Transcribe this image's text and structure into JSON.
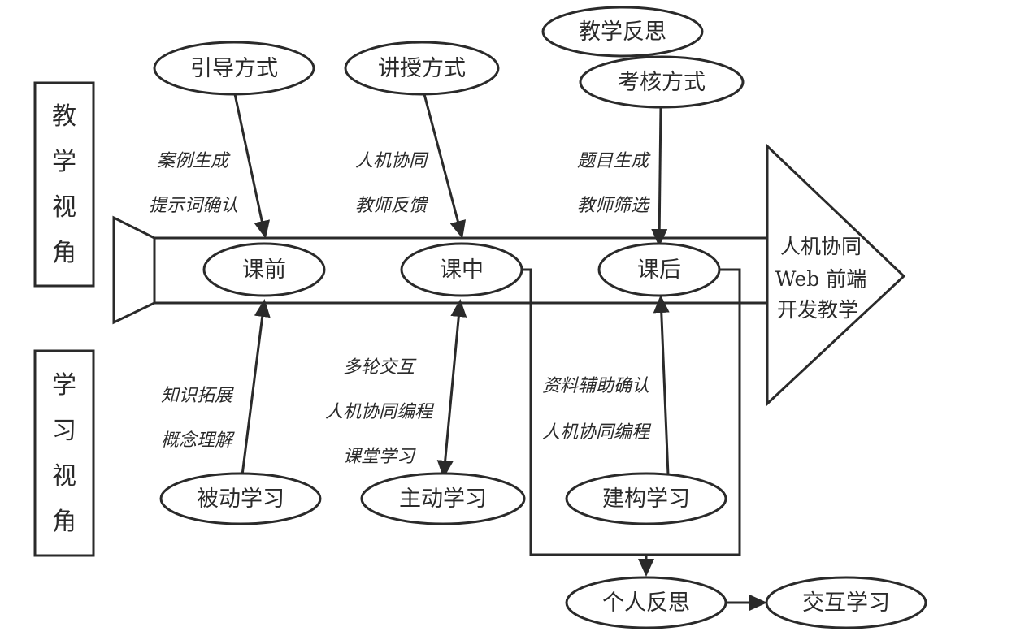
{
  "perspectives": {
    "teaching": [
      "教",
      "学",
      "视",
      "角"
    ],
    "learning": [
      "学",
      "习",
      "视",
      "角"
    ]
  },
  "stages": {
    "pre": "课前",
    "mid": "课中",
    "post": "课后"
  },
  "top_nodes": {
    "guide": "引导方式",
    "lecture": "讲授方式",
    "reflection": "教学反思",
    "assessment": "考核方式"
  },
  "bottom_nodes": {
    "passive": "被动学习",
    "active": "主动学习",
    "constructive": "建构学习"
  },
  "result_nodes": {
    "personal_reflection": "个人反思",
    "interactive_learning": "交互学习"
  },
  "edge_labels": {
    "guide": [
      "案例生成",
      "提示词确认"
    ],
    "lecture": [
      "人机协同",
      "教师反馈"
    ],
    "assessment": [
      "题目生成",
      "教师筛选"
    ],
    "passive": [
      "知识拓展",
      "概念理解"
    ],
    "active": [
      "多轮交互",
      "人机协同编程",
      "课堂学习"
    ],
    "constructive": [
      "资料辅助确认",
      "人机协同编程"
    ]
  },
  "target": {
    "lines": [
      "人机协同",
      "Web 前端",
      "开发教学"
    ]
  }
}
